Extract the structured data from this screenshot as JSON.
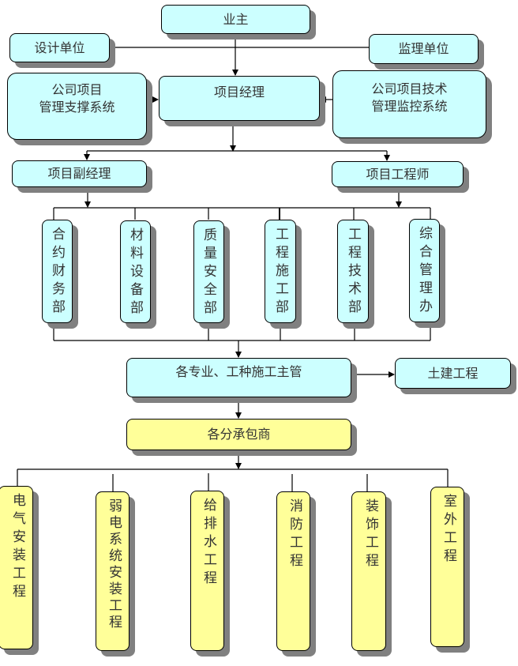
{
  "diagram": {
    "colors": {
      "management_fill": "#ccffff",
      "subcontract_fill": "#ffff99",
      "shadow": "#808080",
      "line": "#000000"
    },
    "owner": "业主",
    "design_unit": "设计单位",
    "supervision_unit": "监理单位",
    "company_support": "公司项目\n管理支撑系统",
    "project_manager": "项目经理",
    "company_monitor": "公司项目技术\n管理监控系统",
    "deputy_manager": "项目副经理",
    "project_engineer": "项目工程师",
    "departments": [
      "合约财务部",
      "材料设备部",
      "质量安全部",
      "工程施工部",
      "工程技术部",
      "综合管理办"
    ],
    "trade_supervisors": "各专业、工种施工主管",
    "civil_works": "土建工程",
    "subcontractors": "各分承包商",
    "subcontract_works": [
      "电气安装工程",
      "弱电系统安装工程",
      "给排水工程",
      "消防工程",
      "装饰工程",
      "室外工程"
    ]
  }
}
